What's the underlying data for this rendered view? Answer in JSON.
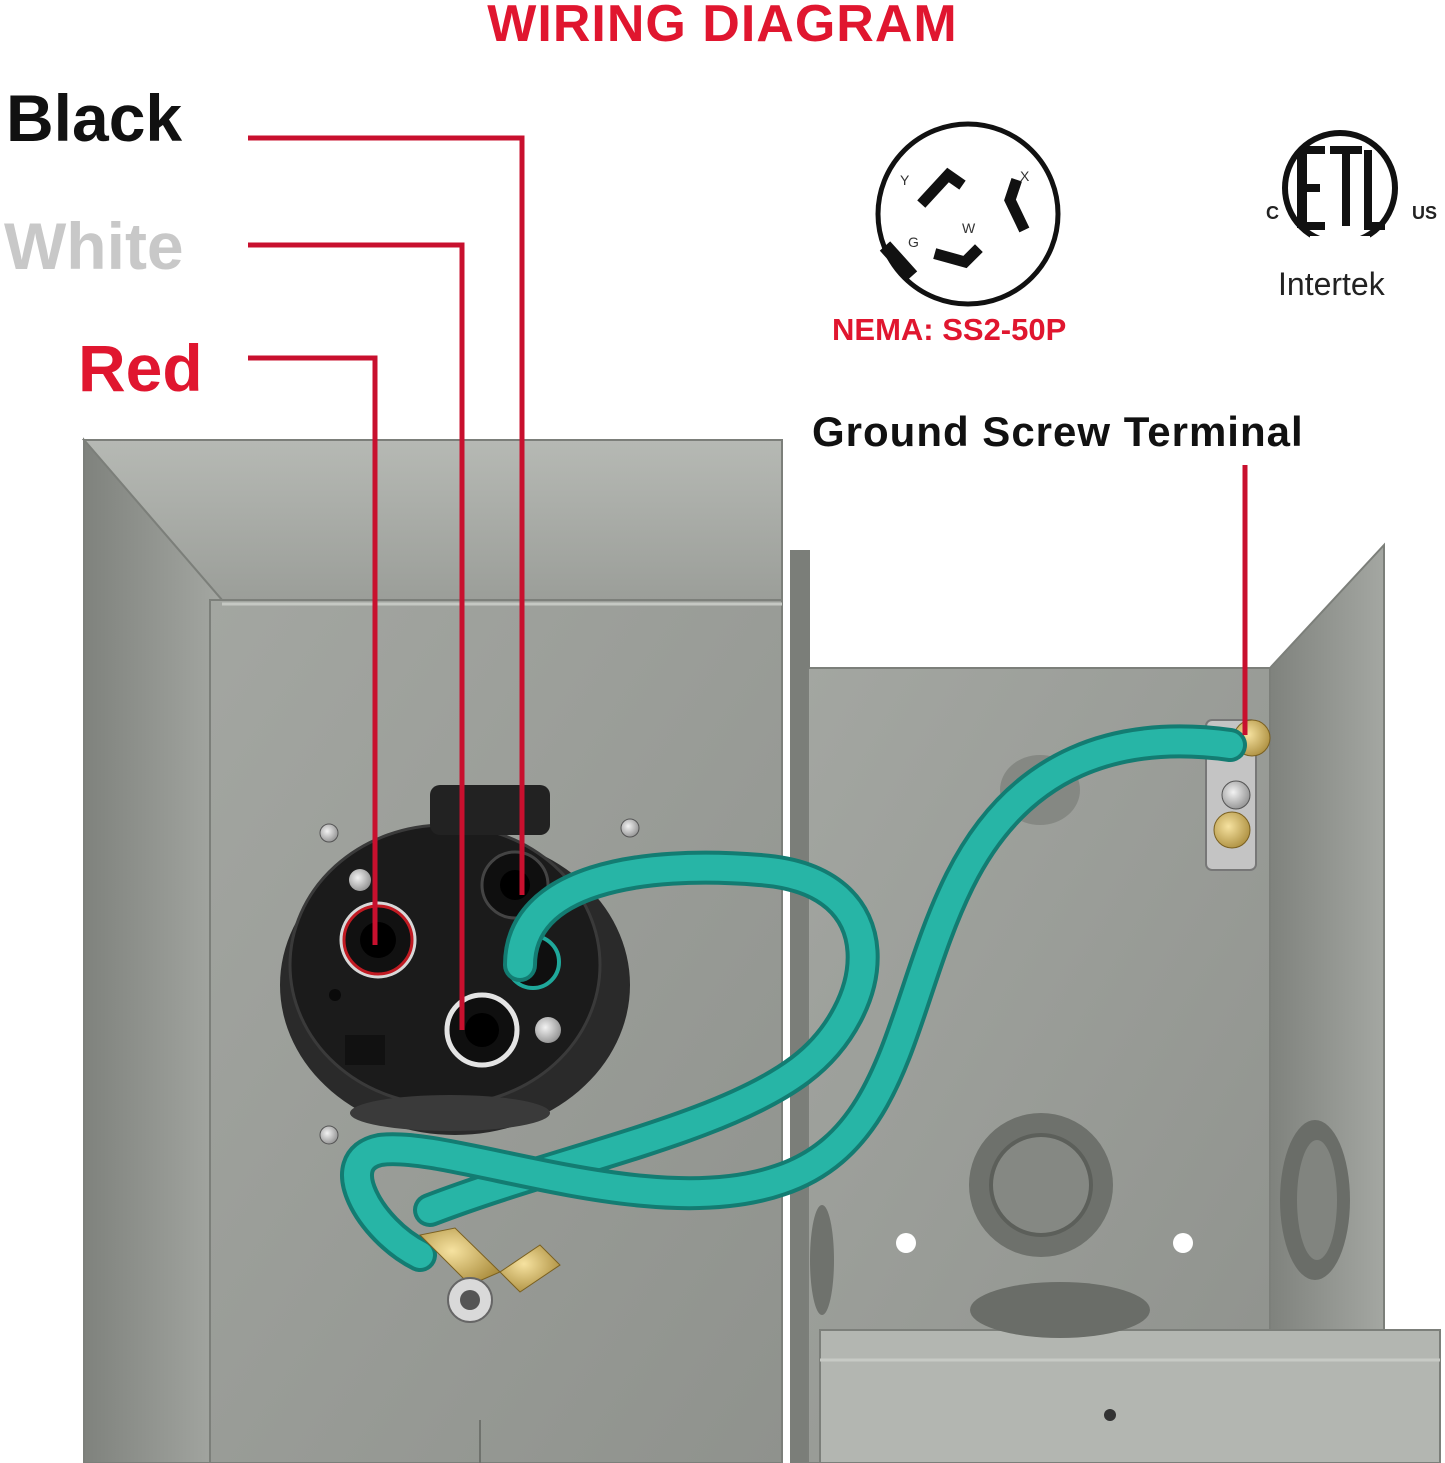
{
  "title": "WIRING DIAGRAM",
  "wire_labels": {
    "black": "Black",
    "white": "White",
    "red": "Red"
  },
  "ground_label": "Ground Screw Terminal",
  "nema": {
    "label": "NEMA: SS2-50P",
    "pins": {
      "y": "Y",
      "x": "X",
      "w": "W",
      "g": "G"
    }
  },
  "certification": {
    "left_mark": "C",
    "right_mark": "US",
    "brand": "Intertek"
  },
  "colors": {
    "accent_red": "#e0162f",
    "callout_line": "#c8102e",
    "enclosure_gray": "#9a9d98",
    "wire_green": "#1fa89b"
  }
}
